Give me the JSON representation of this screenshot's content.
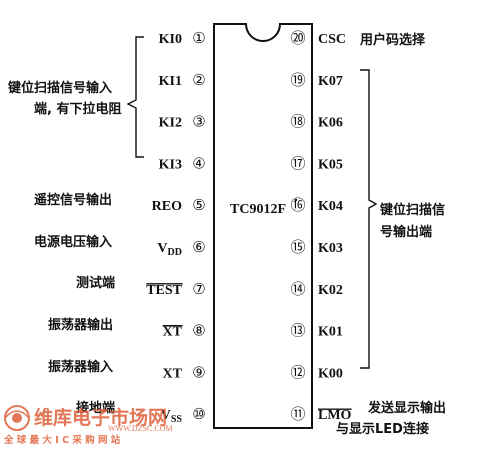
{
  "chip": {
    "name": "TC9012F"
  },
  "pins": [
    {
      "num": "①",
      "label": "KI0"
    },
    {
      "num": "②",
      "label": "KI1"
    },
    {
      "num": "③",
      "label": "KI2"
    },
    {
      "num": "④",
      "label": "KI3"
    },
    {
      "num": "⑤",
      "label": "REO"
    },
    {
      "num": "⑥",
      "label": "V",
      "sub": "DD"
    },
    {
      "num": "⑦",
      "label": "TEST",
      "overline": true
    },
    {
      "num": "⑧",
      "label": "XT",
      "overline": true
    },
    {
      "num": "⑨",
      "label": "XT"
    },
    {
      "num": "⑩",
      "label": "V",
      "sub": "SS"
    },
    {
      "num": "⑪",
      "label": "LMO",
      "overline": true
    },
    {
      "num": "⑫",
      "label": "K00"
    },
    {
      "num": "⑬",
      "label": "K01"
    },
    {
      "num": "⑭",
      "label": "K02"
    },
    {
      "num": "⑮",
      "label": "K03"
    },
    {
      "num": "⑯",
      "label": "K04"
    },
    {
      "num": "⑰",
      "label": "K05"
    },
    {
      "num": "⑱",
      "label": "K06"
    },
    {
      "num": "⑲",
      "label": "K07"
    },
    {
      "num": "⑳",
      "label": "CSC"
    }
  ],
  "annotations": {
    "ki_group_line1": "键位扫描信号输入",
    "ki_group_line2": "端, 有下拉电阻",
    "pin5_desc": "遥控信号输出",
    "pin6_desc": "电源电压输入",
    "pin7_desc": "测试端",
    "pin8_desc": "振荡器输出",
    "pin9_desc": "振荡器输入",
    "pin10_desc": "接地端",
    "pin11_desc_line1": "发送显示输出",
    "pin11_desc_line2": "与显示LED连接",
    "pin20_desc": "用户码选择",
    "k_group_line1": "键位扫描信",
    "k_group_line2": "号输出端"
  },
  "watermark": {
    "logo_text": "维库电子市场网",
    "url": "WWW.DZSC.COM",
    "slogan": "全 球 最 大 I C 采 购 网 站"
  },
  "colors": {
    "ink": "#111111",
    "watermark": "#e0603a"
  }
}
